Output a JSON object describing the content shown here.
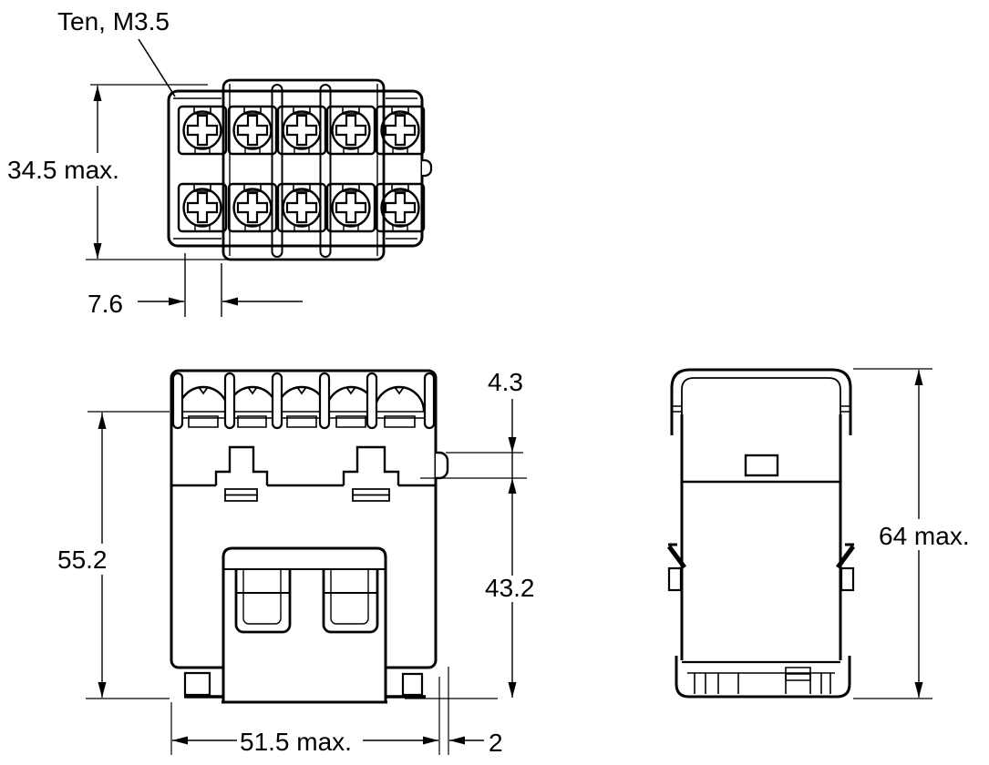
{
  "figure": {
    "kind": "technical-dimension-drawing",
    "line_color": "#000000",
    "background_color": "#ffffff"
  },
  "callout": {
    "label": "Ten, M3.5"
  },
  "top_view": {
    "terminal_rows": 2,
    "terminals_per_row": 5,
    "terminal_count": 10,
    "dims": {
      "height": "34.5 max.",
      "terminal_pitch": "7.6"
    }
  },
  "front_view": {
    "dims": {
      "height": "55.2",
      "bump_height": "4.3",
      "lower_height": "43.2",
      "width": "51.5 max.",
      "bump_depth": "2"
    }
  },
  "side_view": {
    "dims": {
      "height": "64 max."
    }
  }
}
